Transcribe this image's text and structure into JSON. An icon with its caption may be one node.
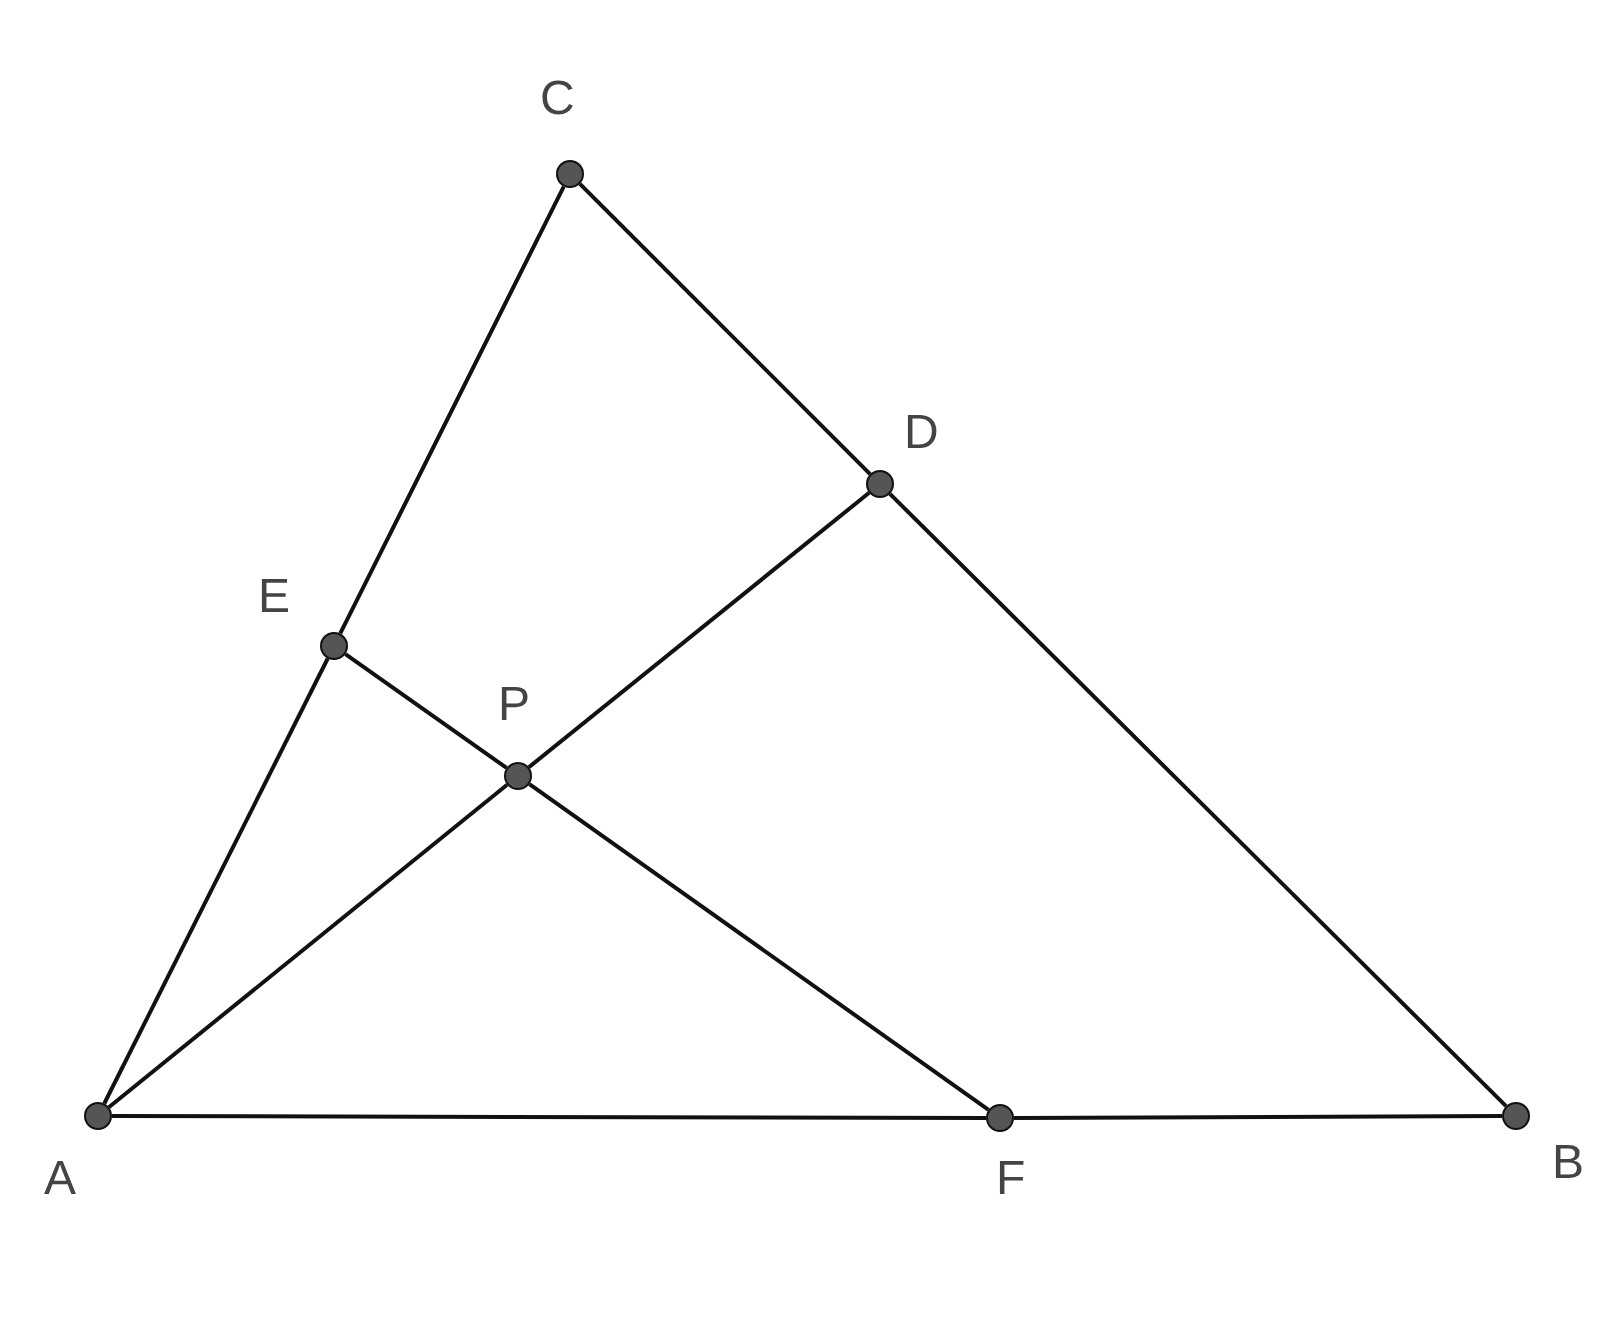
{
  "diagram": {
    "nodes": [
      {
        "text": [],
        "shape": "circle",
        "beside": [
          "C"
        ]
      },
      {
        "text": [],
        "shape": "circle",
        "beside": [
          "D"
        ]
      },
      {
        "text": [],
        "shape": "circle",
        "beside": [
          "E"
        ]
      },
      {
        "text": [],
        "shape": "circle",
        "beside": [
          "P"
        ]
      },
      {
        "text": [],
        "shape": "circle",
        "beside": [
          "A"
        ]
      },
      {
        "text": [],
        "shape": "circle",
        "beside": [
          "F"
        ]
      },
      {
        "text": [],
        "shape": "circle",
        "beside": [
          "B"
        ]
      }
    ],
    "edges": [
      {
        "from": 4,
        "to": 2,
        "arrow": "none"
      },
      {
        "from": 2,
        "to": 0,
        "arrow": "none"
      },
      {
        "from": 0,
        "to": 1,
        "arrow": "none"
      },
      {
        "from": 1,
        "to": 6,
        "arrow": "none"
      },
      {
        "from": 4,
        "to": 5,
        "arrow": "none"
      },
      {
        "from": 5,
        "to": 6,
        "arrow": "none"
      },
      {
        "from": 4,
        "to": 3,
        "arrow": "none"
      },
      {
        "from": 3,
        "to": 1,
        "arrow": "none"
      },
      {
        "from": 2,
        "to": 3,
        "arrow": "none"
      },
      {
        "from": 3,
        "to": 5,
        "arrow": "none"
      }
    ]
  }
}
